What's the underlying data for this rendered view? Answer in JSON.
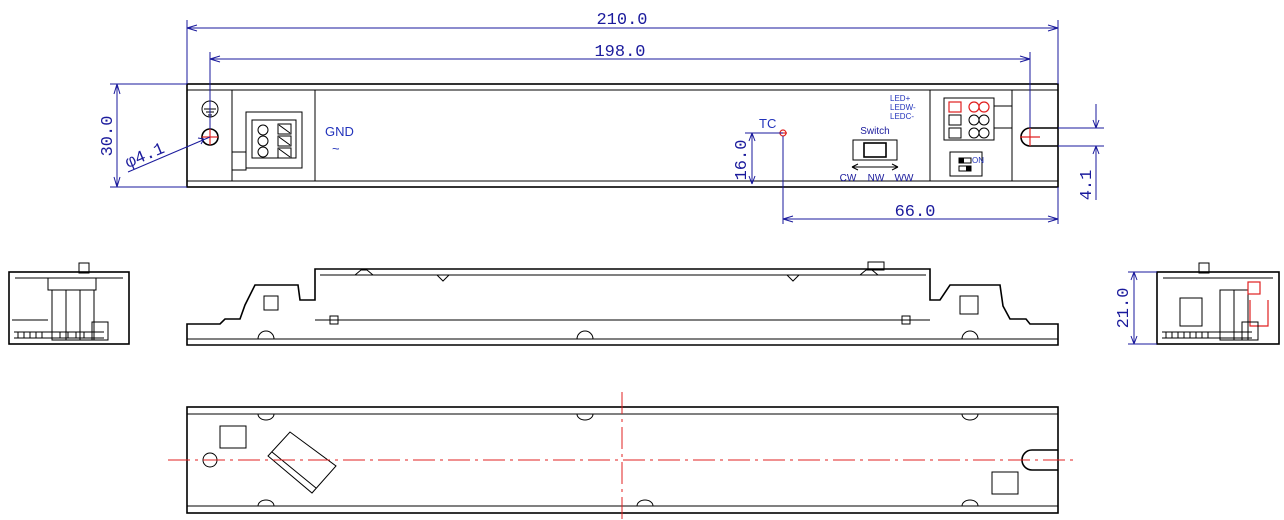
{
  "drawing": {
    "dimensions": {
      "overall_length": "210.0",
      "hole_spacing": "198.0",
      "width": "30.0",
      "hole_diameter": "φ4.1",
      "tc_offset_y": "16.0",
      "tc_offset_x": "66.0",
      "slot_width": "4.1",
      "height": "21.0"
    },
    "labels": {
      "gnd": "GND",
      "gnd_symbol": "~",
      "tc": "TC",
      "switch": "Switch",
      "switch_positions": [
        "CW",
        "NW",
        "WW"
      ],
      "output_terminals": [
        "LED+",
        "LEDW-",
        "LEDC-"
      ],
      "dip_label": "ON"
    },
    "colors": {
      "dimension": "#1a1a9c",
      "outline": "#000000",
      "highlight": "#e02020"
    }
  }
}
